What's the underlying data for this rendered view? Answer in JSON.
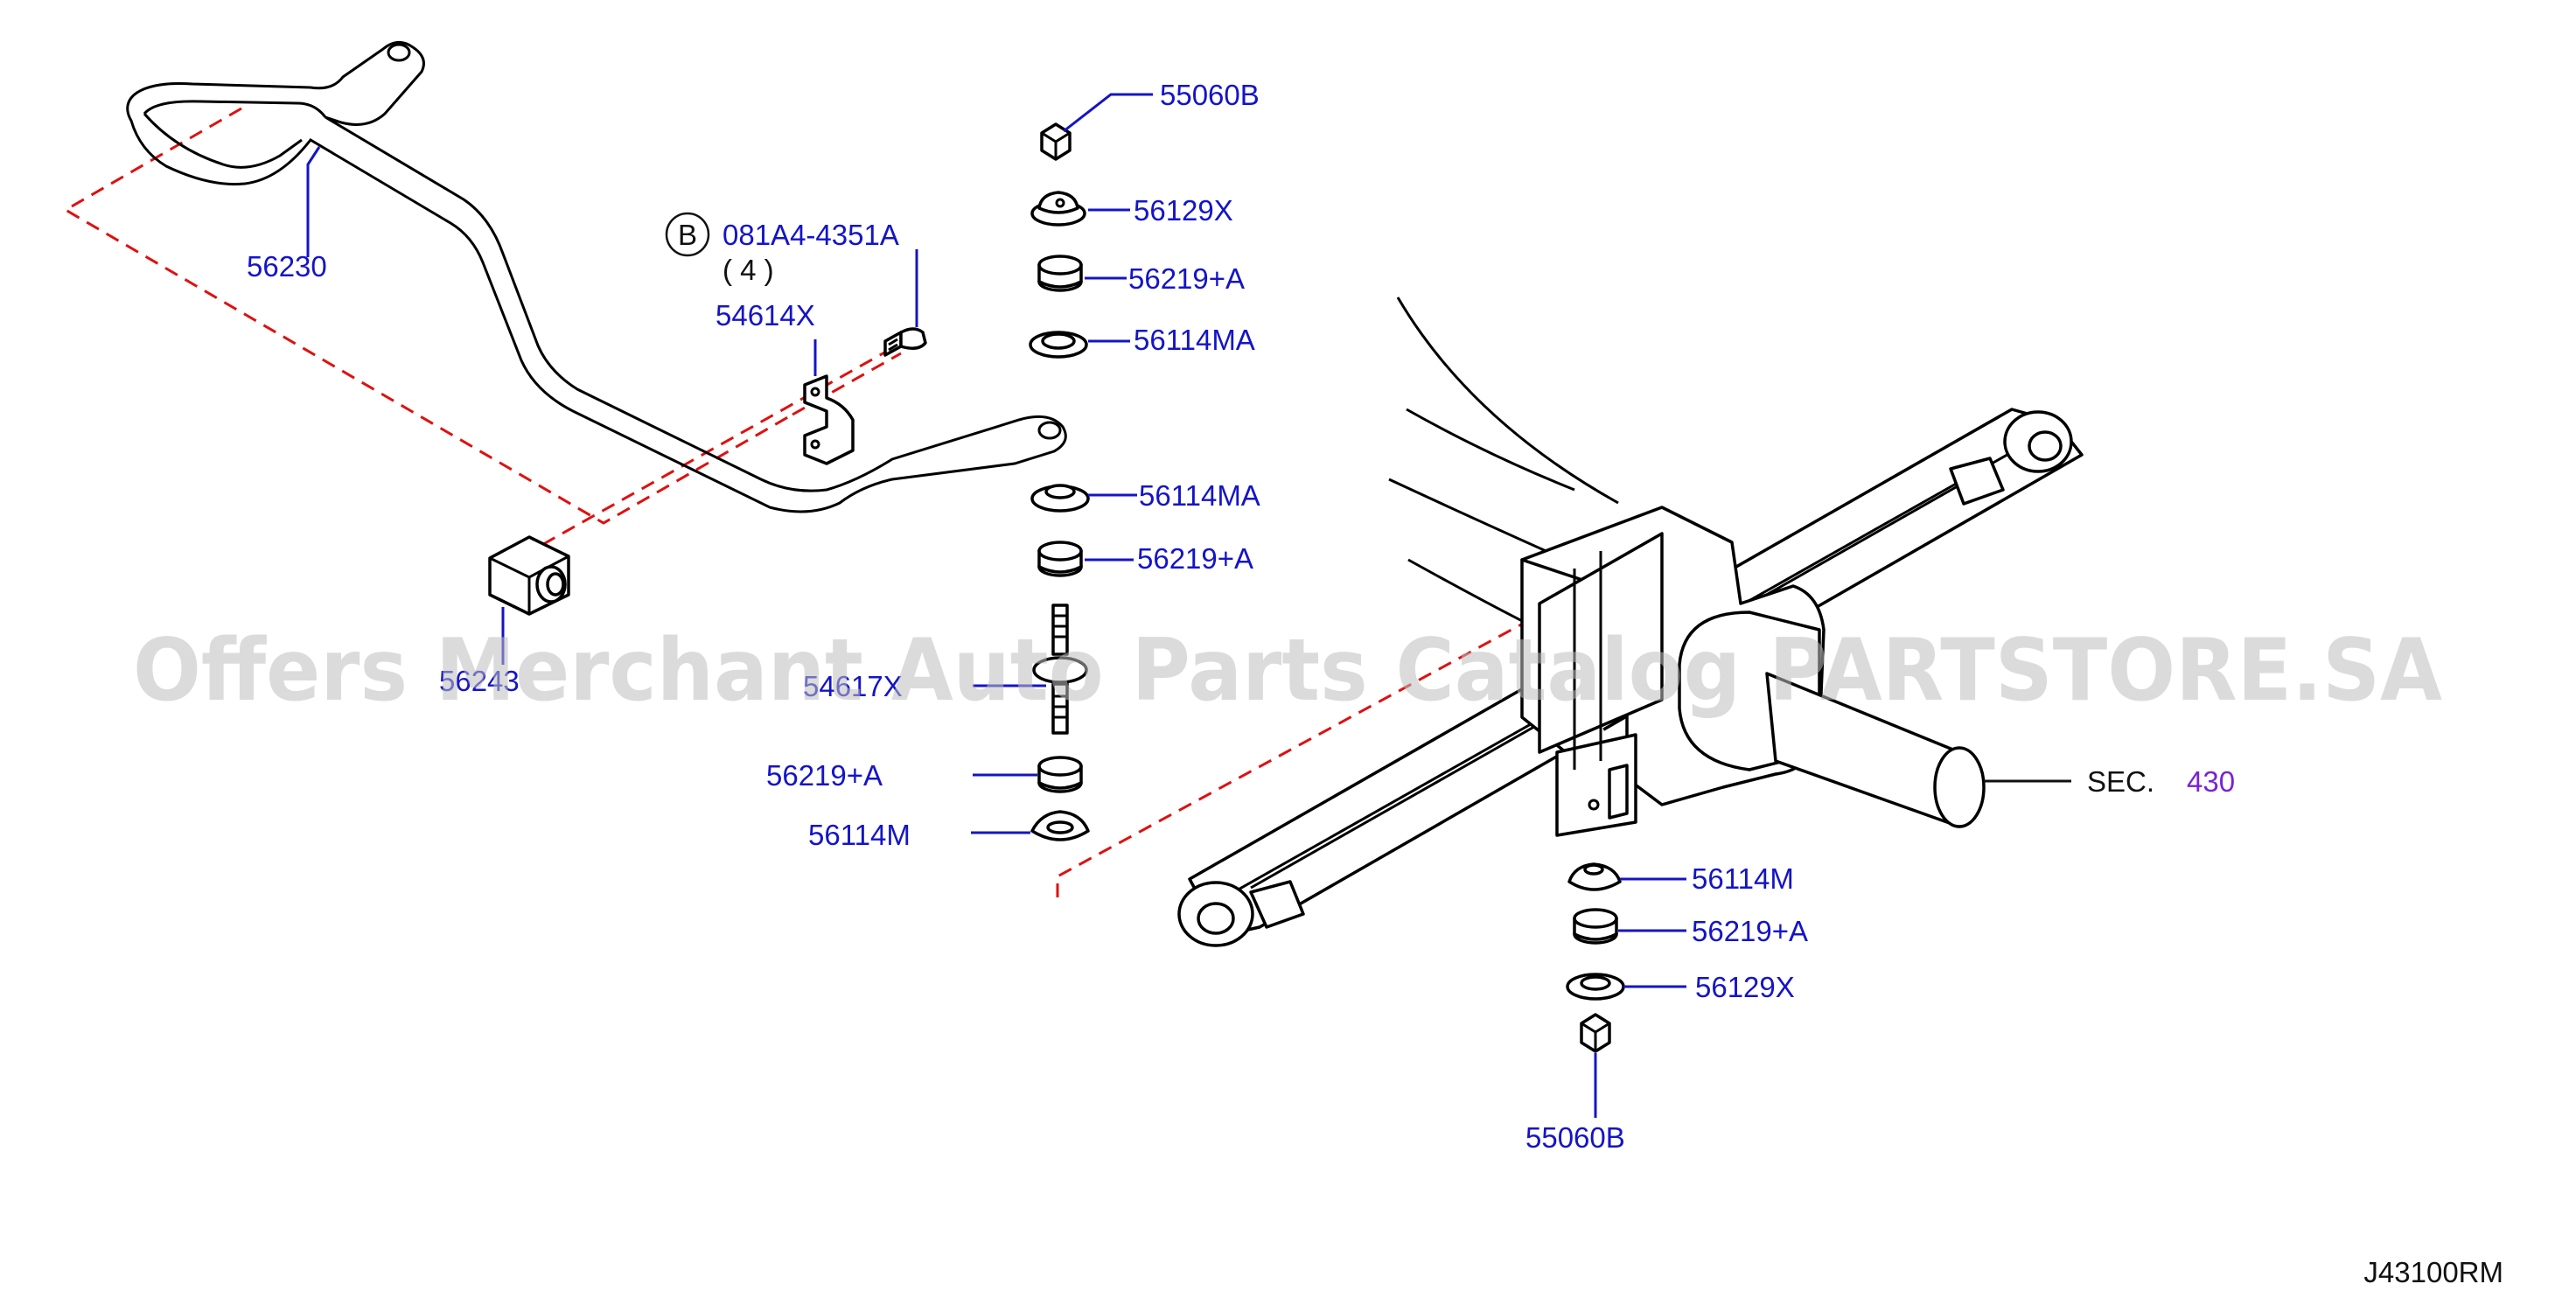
{
  "diagram": {
    "part_labels": [
      "56230",
      "081A4-4351A",
      "( 4 )",
      "54614X",
      "55060B",
      "56129X",
      "56219+A",
      "56114MA",
      "56114MA",
      "56219+A",
      "54617X",
      "56219+A",
      "56114M",
      "56114M",
      "56219+A",
      "56129X",
      "55060B",
      "56243",
      "SEC.",
      "430"
    ],
    "callout_letter": "B",
    "drawing_code": "J43100RM",
    "watermark": "Offers Merchant Auto Parts Catalog PARTSTORE.SA",
    "colors": {
      "label_blue": "#1414c8",
      "leader_black": "#111111",
      "section_purple": "#7a22d6",
      "dashed_red": "#e01010"
    }
  }
}
